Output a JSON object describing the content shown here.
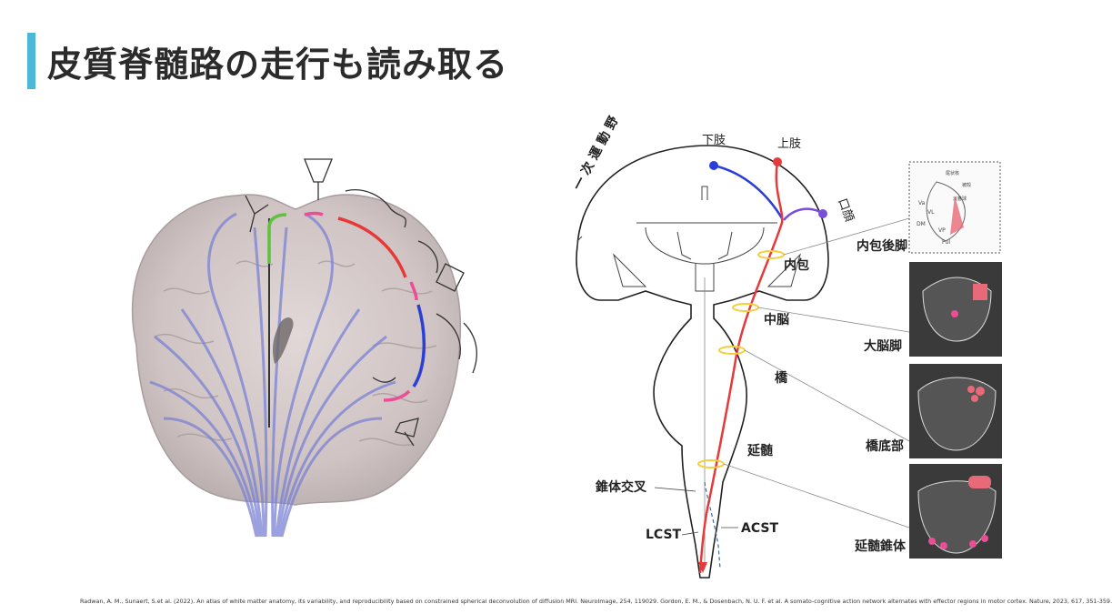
{
  "title": "皮質脊髄路の走行も読み取る",
  "labels": {
    "primary_motor": "一 次 運 動 野",
    "lower_limb": "下肢",
    "upper_limb": "上肢",
    "face": "口顔",
    "internal_capsule": "内包",
    "midbrain": "中脳",
    "pons": "橋",
    "medulla": "延髄",
    "decussation": "錐体交叉",
    "lcst": "LCST",
    "acst": "ACST",
    "plic": "内包後脚",
    "cerebral_peduncle": "大脳脚",
    "basilar_pons": "橋底部",
    "medullary_pyramid": "延髄錐体"
  },
  "inset_plic": {
    "a": "尾状核",
    "b": "被殻",
    "c": "淡蒼球",
    "d": "Va",
    "e": "VL",
    "f": "DM",
    "g": "VP",
    "h": "Pul"
  },
  "citation": "Radwan, A. M., Sunaert, S.et al. (2022). An atlas of white matter anatomy, its variability, and reproducibility based on constrained spherical deconvolution of diffusion MRI. NeuroImage, 254, 119029.   Gordon, E. M., & Dosenbach, N. U. F. et al. A somato-cognitive action network alternates with effector regions in motor cortex. Nature, 2023, 617, 351-359.",
  "colors": {
    "accent": "#4bb8d8",
    "tract_red": "#e5393a",
    "tract_blue": "#2a3fd6",
    "tract_purple": "#7a4fd8",
    "ring_yellow": "#f4cf3a",
    "green": "#5fc23c",
    "pink": "#ec4e96",
    "brain_fiber": "#7a82d4"
  }
}
